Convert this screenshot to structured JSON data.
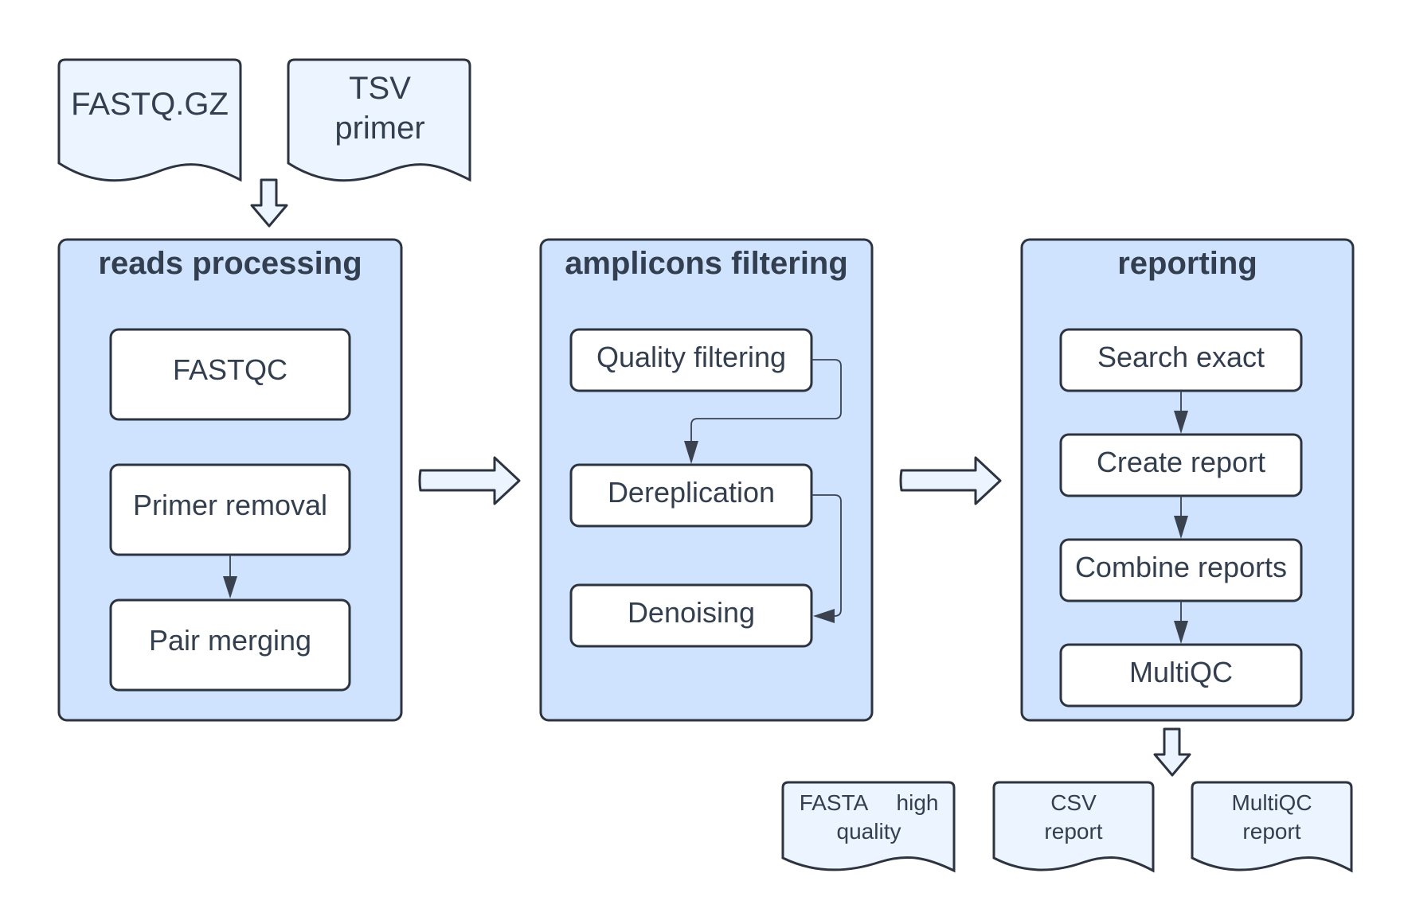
{
  "inputs": {
    "fastq": "FASTQ.GZ",
    "tsv_line1": "TSV",
    "tsv_line2": "primer"
  },
  "panels": {
    "reads": {
      "title": "reads processing",
      "steps": [
        "FASTQC",
        "Primer removal",
        "Pair merging"
      ]
    },
    "amplicons": {
      "title": "amplicons filtering",
      "steps": [
        "Quality filtering",
        "Dereplication",
        "Denoising"
      ]
    },
    "reporting": {
      "title": "reporting",
      "steps": [
        "Search exact",
        "Create report",
        "Combine reports",
        "MultiQC"
      ]
    }
  },
  "outputs": {
    "fasta_line1a": "FASTA",
    "fasta_line1b": "high",
    "fasta_line2": "quality",
    "csv_line1": "CSV",
    "csv_line2": "report",
    "multiqc_line1": "MultiQC",
    "multiqc_line2": "report"
  },
  "colors": {
    "panel_fill": "#cfe3fe",
    "document_fill": "#ecf4ff",
    "stroke": "#2d3440",
    "text": "#333f4f"
  }
}
